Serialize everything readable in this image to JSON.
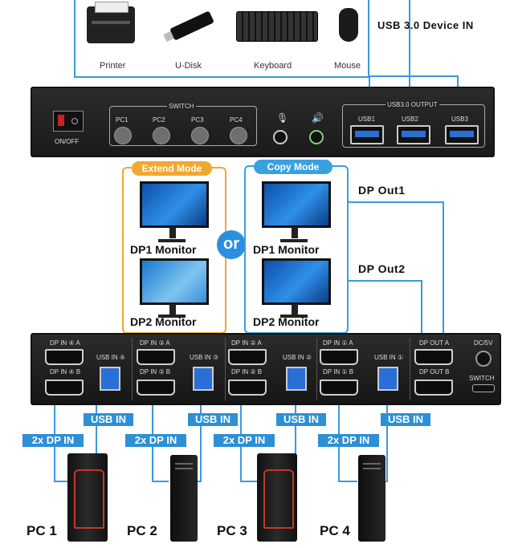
{
  "peripherals": {
    "printer": "Printer",
    "udisk": "U-Disk",
    "keyboard": "Keyboard",
    "mouse": "Mouse"
  },
  "usb_device_in": "USB 3.0 Device IN",
  "top_panel": {
    "switch_label": "SWITCH",
    "pc_buttons": [
      "PC1",
      "PC2",
      "PC3",
      "PC4"
    ],
    "power_label": "ON/OFF",
    "usb_output_label": "USB3.0 OUTPUT",
    "usb_ports": [
      "USB1",
      "USB2",
      "USB3"
    ]
  },
  "modes": {
    "extend": {
      "title": "Extend Mode",
      "mon1": "DP1 Monitor",
      "mon2": "DP2 Monitor",
      "color": "#f0a830"
    },
    "copy": {
      "title": "Copy Mode",
      "mon1": "DP1 Monitor",
      "mon2": "DP2 Monitor",
      "color": "#3aa0e0"
    },
    "or": "or"
  },
  "dp_out1": "DP Out1",
  "dp_out2": "DP Out2",
  "bottom_panel": {
    "groups": [
      {
        "dp_a": "DP IN ④ A",
        "dp_b": "DP IN ④ B",
        "usb": "USB IN ④"
      },
      {
        "dp_a": "DP IN ③ A",
        "dp_b": "DP IN ③ B",
        "usb": "USB IN ③"
      },
      {
        "dp_a": "DP IN ② A",
        "dp_b": "DP IN ② B",
        "usb": "USB IN ②"
      },
      {
        "dp_a": "DP IN ① A",
        "dp_b": "DP IN ① B",
        "usb": "USB IN ①"
      }
    ],
    "dp_out_a": "DP OUT A",
    "dp_out_b": "DP OUT B",
    "dc": "DC/5V",
    "switch": "SWITCH"
  },
  "usb_in_label": "USB IN",
  "dp_in_label": "2x DP IN",
  "pcs": [
    "PC 1",
    "PC 2",
    "PC 3",
    "PC 4"
  ],
  "accent": "#2d8fd6"
}
